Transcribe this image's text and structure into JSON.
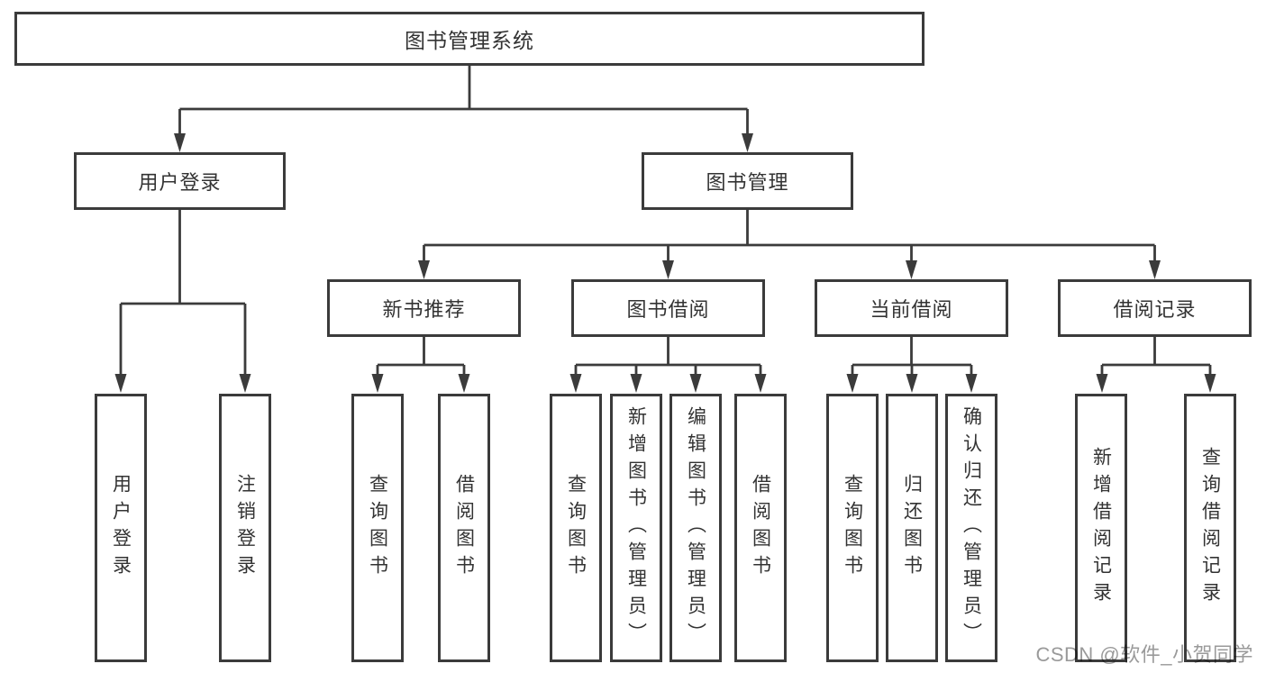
{
  "diagram_type": "tree",
  "nodes": {
    "root": "图书管理系统",
    "user_login": "用户登录",
    "book_management": "图书管理",
    "new_book_recommend": "新书推荐",
    "book_borrow": "图书借阅",
    "current_borrow": "当前借阅",
    "borrow_records": "借阅记录",
    "leaf_user_login": "用户登录",
    "leaf_logout": "注销登录",
    "leaf_nb_query_books": "查询图书",
    "leaf_nb_borrow_books": "借阅图书",
    "leaf_bb_query_books": "查询图书",
    "leaf_bb_add_books_admin": "新增图书（管理员）",
    "leaf_bb_edit_books_admin": "编辑图书（管理员）",
    "leaf_bb_borrow_books": "借阅图书",
    "leaf_cb_query_books": "查询图书",
    "leaf_cb_return_books": "归还图书",
    "leaf_cb_confirm_return_admin": "确认归还（管理员）",
    "leaf_br_add_record": "新增借阅记录",
    "leaf_br_query_record": "查询借阅记录"
  },
  "hierarchy": {
    "图书管理系统": {
      "用户登录": [
        "用户登录",
        "注销登录"
      ],
      "图书管理": {
        "新书推荐": [
          "查询图书",
          "借阅图书"
        ],
        "图书借阅": [
          "查询图书",
          "新增图书（管理员）",
          "编辑图书（管理员）",
          "借阅图书"
        ],
        "当前借阅": [
          "查询图书",
          "归还图书",
          "确认归还（管理员）"
        ],
        "借阅记录": [
          "新增借阅记录",
          "查询借阅记录"
        ]
      }
    }
  },
  "watermark": "CSDN @软件_小贺同学",
  "colors": {
    "line": "#3b3b3b",
    "box_border": "#3b3b3b",
    "box_background": "#ffffff",
    "text": "#333333",
    "watermark": "#9a9a9a",
    "page_background": "#ffffff"
  }
}
